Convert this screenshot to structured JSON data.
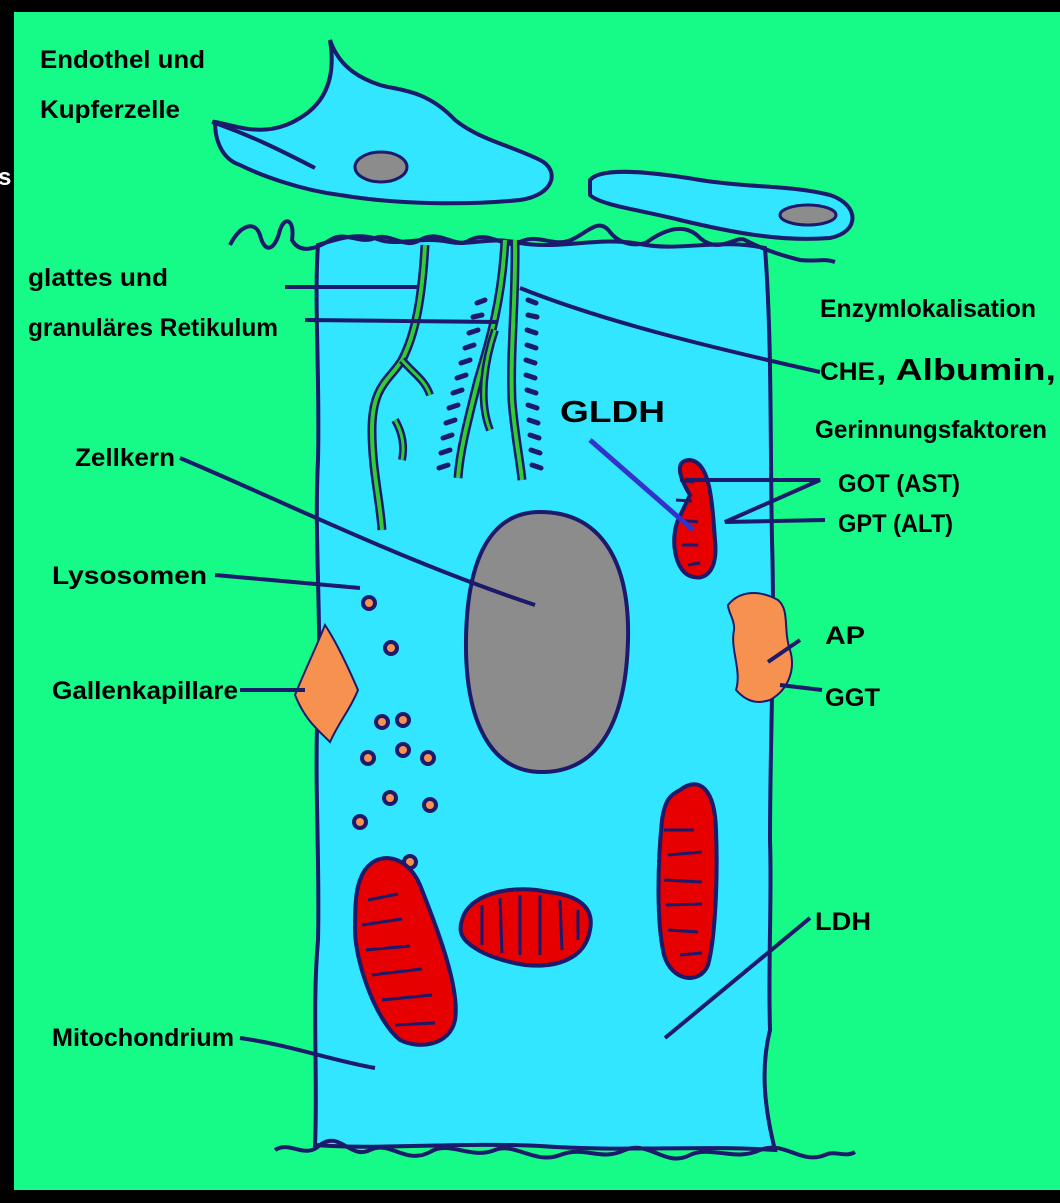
{
  "labels": {
    "endothel_line1": "Endothel und",
    "endothel_line2": "Kupferzelle",
    "retikulum_line1": "glattes und",
    "retikulum_line2": "granuläres Retikulum",
    "zellkern": "Zellkern",
    "lysosomen": "Lysosomen",
    "gallenkapillare": "Gallenkapillare",
    "mitochondrium": "Mitochondrium",
    "enzymlokalisation": "Enzymlokalisation",
    "che": "CHE",
    "albumin": ", Albumin,",
    "gerinnungsfaktoren": "Gerinnungsfaktoren",
    "gldh": "GLDH",
    "got": "GOT (AST)",
    "gpt": "GPT (ALT)",
    "ap": "AP",
    "ggt": "GGT",
    "ldh": "LDH",
    "left_edge_char": "s"
  },
  "colors": {
    "background": "#16FA88",
    "frame": "#000000",
    "cell": "#33E6FF",
    "outline": "#1B1A6B",
    "nucleus": "#8C8C8C",
    "mitochondria": "#E60000",
    "bile_canaliculus": "#F7914F",
    "reticulum_smooth": "#33CC33",
    "gldh_pointer": "#3333CC"
  }
}
